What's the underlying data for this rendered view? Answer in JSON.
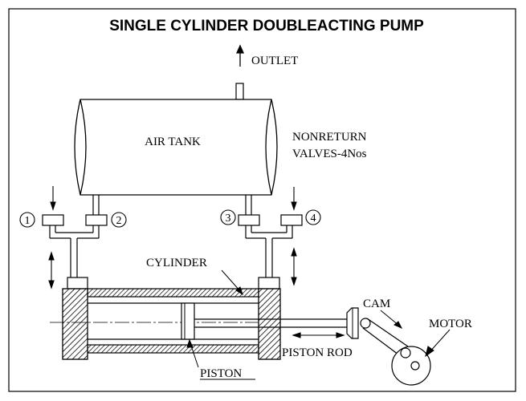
{
  "title": "SINGLE CYLINDER DOUBLEACTING PUMP",
  "labels": {
    "outlet": "OUTLET",
    "air_tank": "AIR TANK",
    "nonreturn_line1": "NONRETURN",
    "nonreturn_line2": "VALVES-4Nos",
    "cylinder": "CYLINDER",
    "cam": "CAM",
    "motor": "MOTOR",
    "piston_rod": "PISTON ROD",
    "piston": "PISTON"
  },
  "valves": [
    "1",
    "2",
    "3",
    "4"
  ],
  "colors": {
    "line": "#000000",
    "background": "#ffffff"
  }
}
